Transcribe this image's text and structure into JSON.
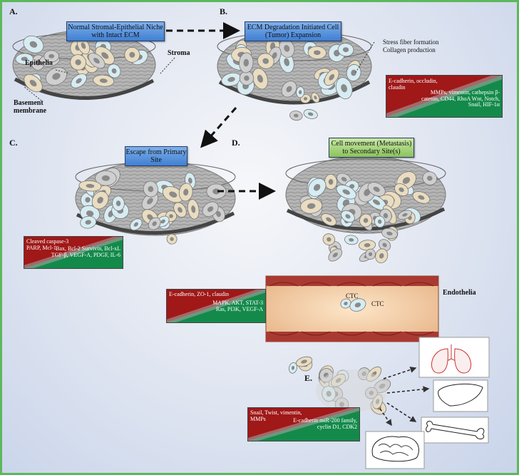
{
  "panels": {
    "a": {
      "label": "A.",
      "title": "Normal Stromal-Epithelial Niche with Intact ECM",
      "epithelia": "Epithelia",
      "stroma": "Stroma",
      "basement": "Basement membrane"
    },
    "b": {
      "label": "B.",
      "title": "ECM Degradation Initiated Cell (Tumor) Expansion",
      "note1": "Stress fiber formation",
      "note2": "Collagen production",
      "box_top": "E-cadherin, occludin, claudin",
      "box_bottom": "MMPs, vimentin, cathepsin β-catenin, CD44, RhoA Wnt, Notch, Snail, HIF-1α"
    },
    "c": {
      "label": "C.",
      "title": "Escape from Primary Site",
      "box_top": "Cleaved caspase-3 PARP, Mcl-1",
      "box_bottom": "Bax, Bcl-2 Survivin, Bcl-xL TGF-β, VEGF-A, PDGF, IL-6"
    },
    "d": {
      "label": "D.",
      "title": "Cell movement (Metastasis) to Secondary Site(s)",
      "endothelia": "Endothelia",
      "ctc1": "CTC",
      "ctc2": "CTC",
      "box_top": "E-cadherin, ZO-1, claudin",
      "box_bottom": "MAPK, AKT, STAT-3 Ras, PI3K, VEGF-A"
    },
    "e": {
      "label": "E.",
      "box_top": "Snail, Twist, vimentin, MMPs",
      "box_bottom": "E-cadherin miR-200 family, cyclin D1, CDK2"
    }
  },
  "colors": {
    "border": "#5cb85c",
    "title_blue": "#3f7fd3",
    "title_green": "#8bc35b",
    "gradient_red": "#a01818",
    "gradient_green": "#138a4a",
    "vessel": "#a83a32",
    "cell_tan": "#e9dcc0",
    "cell_blue": "#d6ecf2",
    "cell_grey": "#cfcfcf"
  },
  "icons": [
    "lungs-icon",
    "liver-icon",
    "bone-icon",
    "brain-icon"
  ]
}
